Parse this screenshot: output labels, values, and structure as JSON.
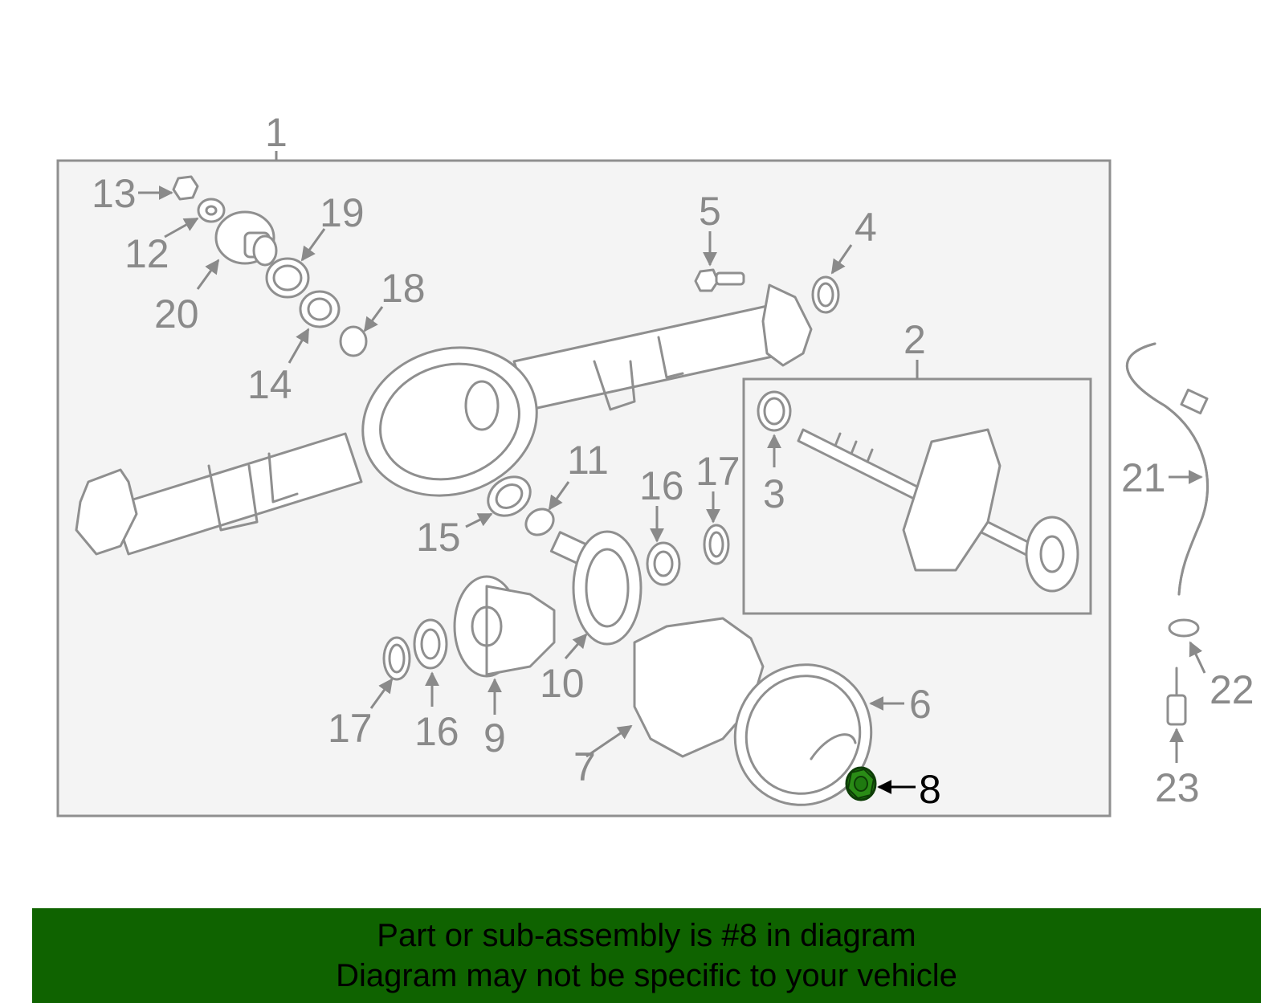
{
  "diagram": {
    "labels": {
      "p1": "1",
      "p2": "2",
      "p3": "3",
      "p4": "4",
      "p5": "5",
      "p6": "6",
      "p7": "7",
      "p8": "8",
      "p9": "9",
      "p10": "10",
      "p11": "11",
      "p12": "12",
      "p13": "13",
      "p14": "14",
      "p15": "15",
      "p16a": "16",
      "p16b": "16",
      "p17a": "17",
      "p17b": "17",
      "p18": "18",
      "p19": "19",
      "p20": "20",
      "p21": "21",
      "p22": "22",
      "p23": "23"
    },
    "highlighted_part": "8",
    "colors": {
      "highlight": "#1f7a10",
      "line": "#8f8f8f",
      "panel": "#f4f4f4",
      "banner": "#0f6300"
    }
  },
  "banner": {
    "line1": "Part or sub-assembly is #8 in diagram",
    "line2": "Diagram may not be specific to your vehicle"
  }
}
